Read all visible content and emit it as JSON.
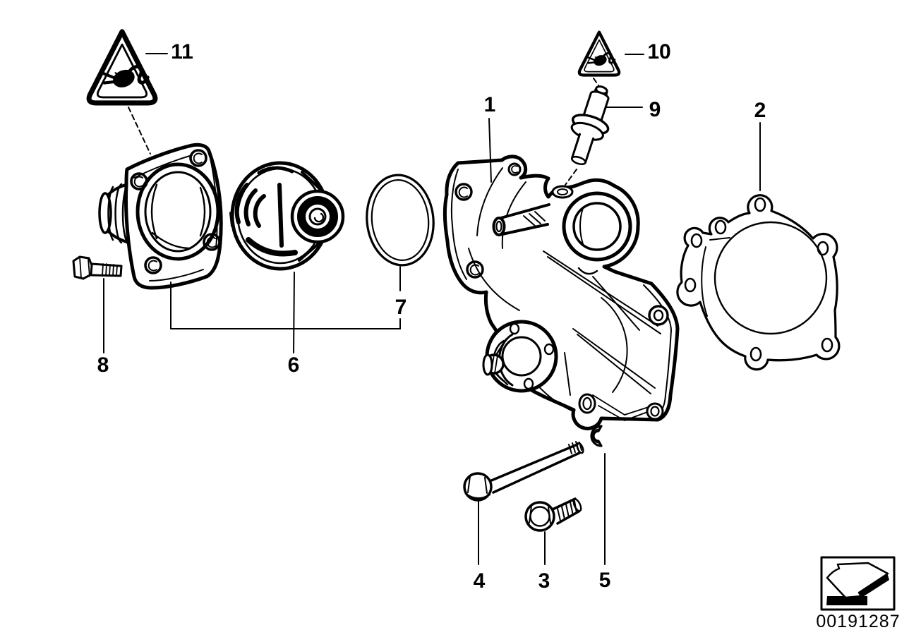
{
  "page": {
    "background": "#ffffff",
    "line_color": "#000000"
  },
  "callouts": [
    {
      "label": "1"
    },
    {
      "label": "2"
    },
    {
      "label": "3"
    },
    {
      "label": "4"
    },
    {
      "label": "5"
    },
    {
      "label": "6"
    },
    {
      "label": "7"
    },
    {
      "label": "8"
    },
    {
      "label": "9"
    },
    {
      "label": "10"
    },
    {
      "label": "11"
    }
  ],
  "icons": {
    "warning_top_left": "warning-triangle-electrical-plug-icon",
    "warning_top_right": "warning-triangle-electrical-plug-icon",
    "footer_nav": "arrow-down-left-icon"
  },
  "footer": {
    "drawing_number": "00191287"
  }
}
